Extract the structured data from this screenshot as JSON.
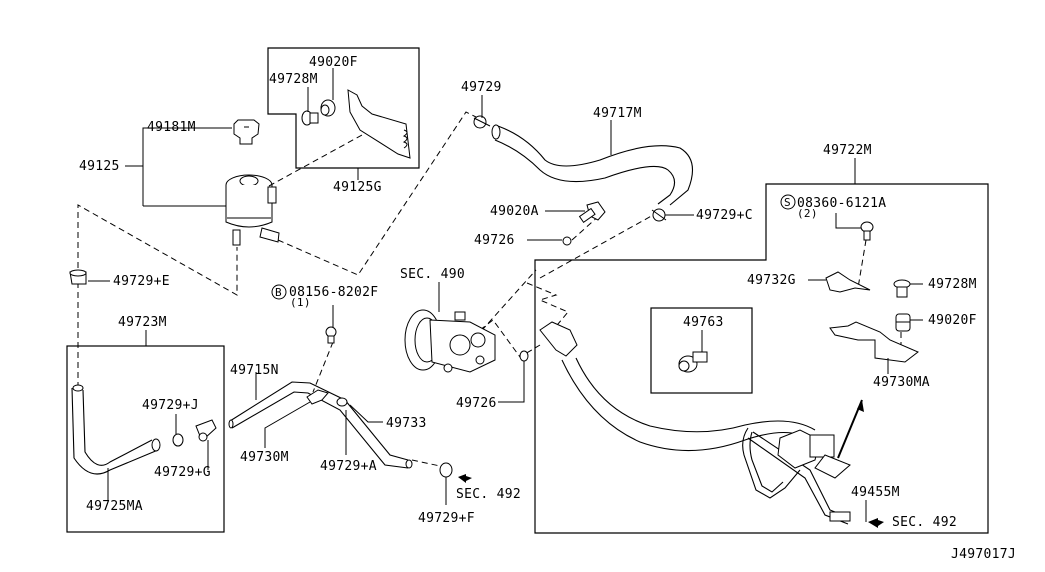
{
  "diagram": {
    "title": "Power Steering Piping",
    "drawing_id": "J497017J",
    "labels": {
      "p49020F_top": "49020F",
      "p49728M_top": "49728M",
      "p49181M": "49181M",
      "p49125": "49125",
      "p49125G": "49125G",
      "p49729": "49729",
      "p49717M": "49717M",
      "p49722M": "49722M",
      "p49020A": "49020A",
      "p49729C": "49729+C",
      "p49726_top": "49726",
      "p08360": "08360-6121A",
      "p08360_qty": "(2)",
      "p08360_symbol": "S",
      "p49732G": "49732G",
      "p49728M_right": "49728M",
      "p49020F_right": "49020F",
      "p49730MA": "49730MA",
      "p49729E": "49729+E",
      "p08156": "08156-8202F",
      "p08156_qty": "(1)",
      "p08156_symbol": "B",
      "sec490": "SEC. 490",
      "p49763": "49763",
      "p49723M": "49723M",
      "p49715N": "49715N",
      "p49729J": "49729+J",
      "p49729G": "49729+G",
      "p49733": "49733",
      "p49726_bottom": "49726",
      "p49730M": "49730M",
      "p49729A": "49729+A",
      "p49725MA": "49725MA",
      "sec492_left": "SEC. 492",
      "p49729F": "49729+F",
      "p49455M": "49455M",
      "sec492_right": "SEC. 492"
    },
    "line_color": "#000000",
    "background": "#ffffff"
  }
}
